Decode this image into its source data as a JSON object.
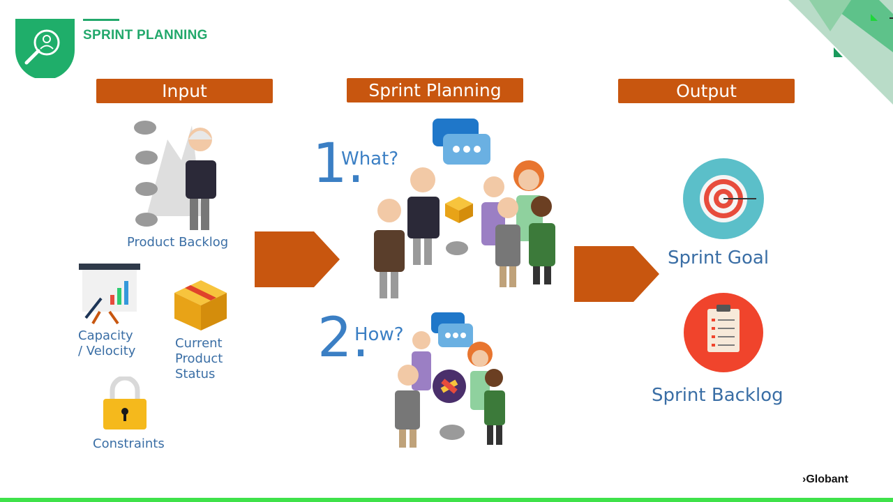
{
  "header": {
    "title": "SPRINT PLANNING"
  },
  "columns": {
    "input": "Input",
    "middle": "Sprint Planning",
    "output": "Output"
  },
  "inputs": {
    "product_backlog": "Product Backlog",
    "capacity_line1": "Capacity",
    "capacity_line2": "/ Velocity",
    "status_line1": "Current",
    "status_line2": "Product",
    "status_line3": "Status",
    "constraints": "Constraints"
  },
  "steps": {
    "one_number": "1.",
    "one_label": "What?",
    "two_number": "2.",
    "two_label": "How?"
  },
  "outputs": {
    "goal": "Sprint Goal",
    "backlog": "Sprint Backlog"
  },
  "footer": {
    "brand": "Globant"
  },
  "colors": {
    "accent_green": "#22a86b",
    "banner_orange": "#c8560f",
    "label_blue": "#3a6ea5",
    "target_teal": "#5bbfc9",
    "clipboard_red": "#f0442c"
  }
}
